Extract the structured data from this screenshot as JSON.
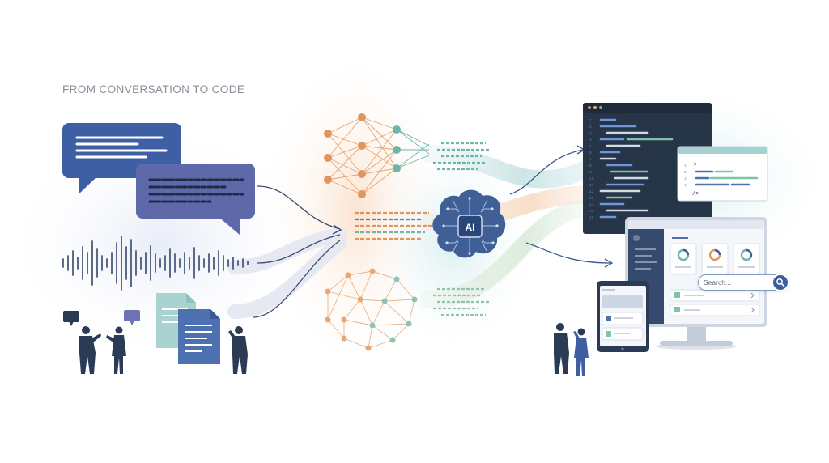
{
  "header": {
    "title": "FROM CONVERSATION TO CODE"
  },
  "brain": {
    "label": "AI"
  },
  "search": {
    "placeholder": "Search..."
  },
  "code_window": {
    "line_numbers": [
      "1",
      "2",
      "3",
      "4",
      "5",
      "6",
      "7",
      "8",
      "9",
      "10",
      "11",
      "12",
      "13",
      "14",
      "15",
      "16"
    ]
  },
  "snippet_window": {
    "line_numbers": [
      "1",
      "2",
      "3",
      "4"
    ],
    "prompt_symbol": ">",
    "closing_tag": "/>"
  },
  "colors": {
    "navy": "#2b3a55",
    "chat_blue": "#3e5fa3",
    "chat_purple": "#5d69a8",
    "neural_orange": "#e0955c",
    "neural_teal": "#6fb5ac",
    "brain_blue": "#3f5f96",
    "code_bg": "#273549",
    "glow_teal": "#d8eef0",
    "glow_peach": "#fbe3cf"
  },
  "icons": [
    "chat-bubble-icon",
    "sound-wave-icon",
    "document-icon",
    "neural-network-icon",
    "brain-chip-icon",
    "code-window-icon",
    "monitor-icon",
    "tablet-icon",
    "search-icon"
  ]
}
